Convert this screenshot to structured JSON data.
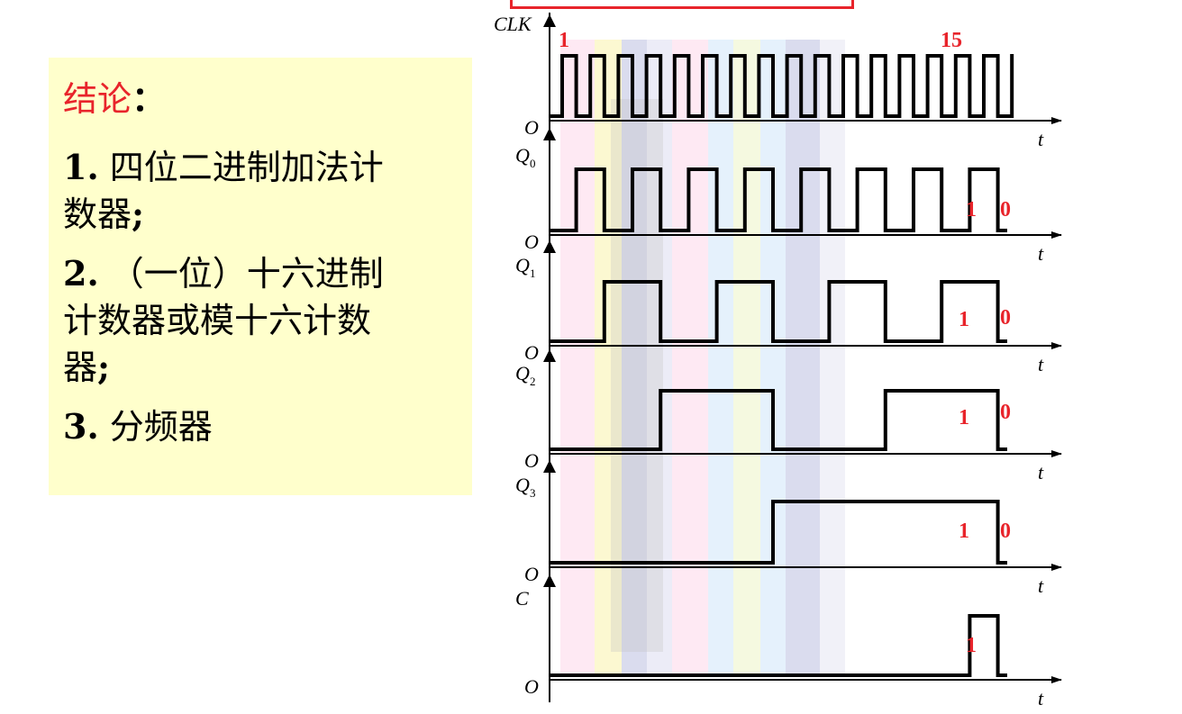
{
  "conclusion": {
    "title": "结论",
    "colon": "：",
    "items": [
      {
        "num": "1.",
        "line1": " 四位二进制加法计",
        "line2": "数器",
        "semi": ";"
      },
      {
        "num": "2.",
        "line1": " （一位）十六进制",
        "line2": "计数器或模十六计数",
        "line3": "器",
        "semi": ";"
      },
      {
        "num": "3.",
        "line1": " 分频器"
      }
    ]
  },
  "diagram": {
    "axis_origin": "O",
    "axis_t": "t",
    "clk": {
      "label": "CLK",
      "first_pulse": "1",
      "last_pulse": "15",
      "pulses": 16
    },
    "signals": [
      {
        "name": "Q",
        "sub": "0",
        "transitions": [
          0,
          1,
          2,
          3,
          4,
          5,
          6,
          7,
          8,
          9,
          10,
          11,
          12,
          13,
          14,
          15
        ],
        "marks": [
          "1",
          "0"
        ]
      },
      {
        "name": "Q",
        "sub": "1",
        "transitions": [
          1,
          3,
          5,
          7,
          9,
          11,
          13,
          15
        ],
        "marks": [
          "1",
          "0"
        ]
      },
      {
        "name": "Q",
        "sub": "2",
        "transitions": [
          3,
          7,
          11,
          15
        ],
        "marks": [
          "1",
          "0"
        ]
      },
      {
        "name": "Q",
        "sub": "3",
        "transitions": [
          7,
          15
        ],
        "marks": [
          "1",
          "0"
        ]
      },
      {
        "name": "C",
        "sub": "",
        "transitions": [
          14,
          15
        ],
        "marks": [
          "1"
        ]
      }
    ],
    "colors": {
      "red": "#e8242b",
      "black": "#000000"
    }
  }
}
